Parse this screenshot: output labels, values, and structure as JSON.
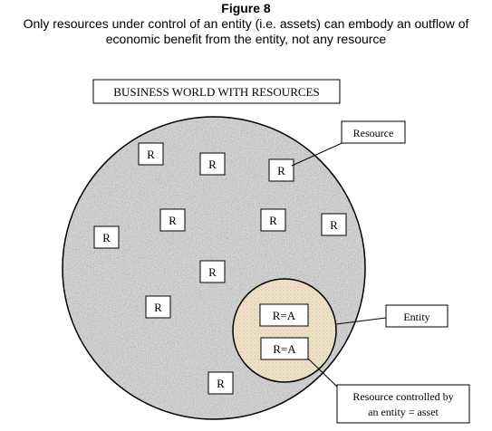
{
  "figure": {
    "title": "Figure 8",
    "caption_line1": "Only resources under control of an entity (i.e. assets) can embody an outflow of",
    "caption_line2": "economic benefit from the entity, not any resource"
  },
  "diagram": {
    "world_label": "BUSINESS WORLD WITH RESOURCES",
    "resource_tag": "R",
    "asset_tag": "R=A",
    "callout_resource": "Resource",
    "callout_entity": "Entity",
    "callout_asset_line1": "Resource controlled by",
    "callout_asset_line2": "an entity = asset",
    "colors": {
      "world_fill": "#c8c8c8",
      "entity_fill": "#efe2cc",
      "stroke": "#000000",
      "box_fill": "#ffffff"
    }
  }
}
